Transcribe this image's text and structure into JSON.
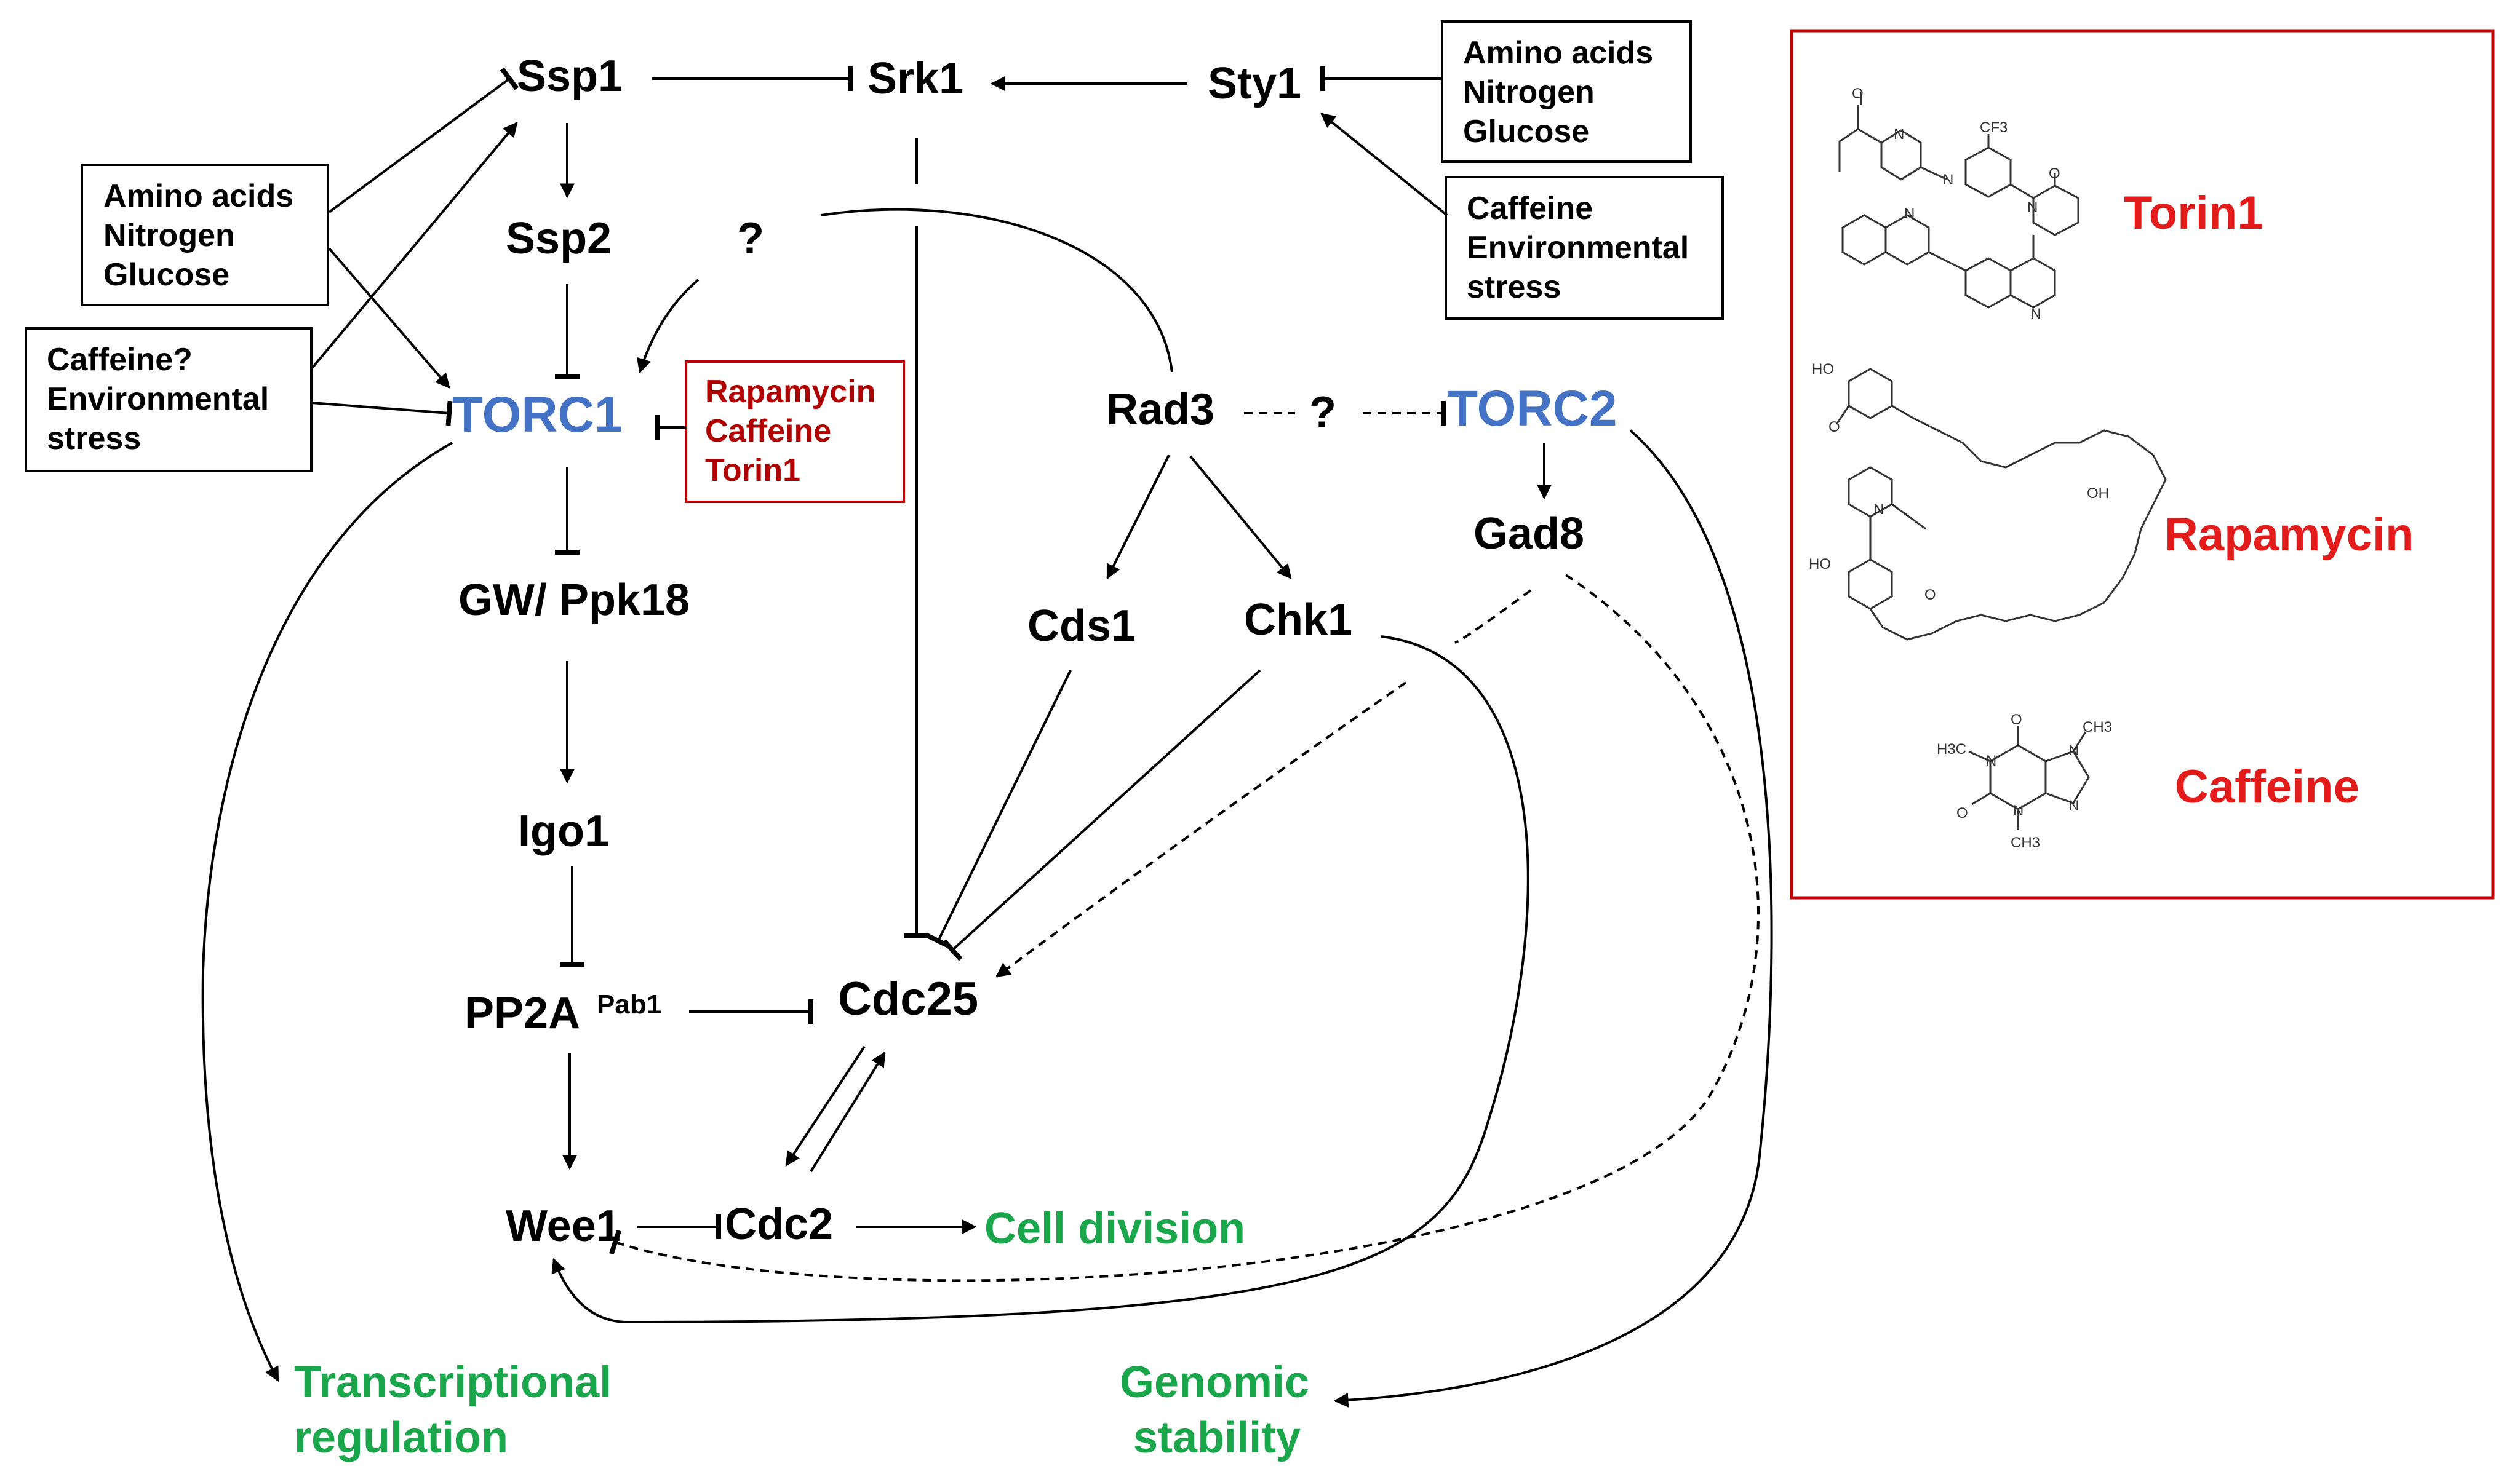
{
  "nodes": {
    "ssp1": "Ssp1",
    "srk1": "Srk1",
    "sty1": "Sty1",
    "ssp2": "Ssp2",
    "q1": "?",
    "torc1": "TORC1",
    "rad3": "Rad3",
    "q2": "?",
    "torc2": "TORC2",
    "gad8": "Gad8",
    "gw": "GW/ Ppk18",
    "cds1": "Cds1",
    "chk1": "Chk1",
    "igo1": "Igo1",
    "pp2a": "PP2A",
    "pp2a_sup": "Pab1",
    "cdc25": "Cdc25",
    "wee1": "Wee1",
    "cdc2": "Cdc2"
  },
  "boxes": {
    "nutrients_left": [
      "Amino acids",
      "Nitrogen",
      "Glucose"
    ],
    "stress_left": [
      "Caffeine?",
      "Environmental",
      "stress"
    ],
    "nutrients_right": [
      "Amino acids",
      "Nitrogen",
      "Glucose"
    ],
    "stress_right": [
      "Caffeine",
      "Environmental",
      "stress"
    ],
    "inhibitors": [
      "Rapamycin",
      "Caffeine",
      "Torin1"
    ]
  },
  "outcomes": {
    "cell_division": "Cell division",
    "transcription_1": "Transcriptional",
    "transcription_2": "regulation",
    "genomic_1": "Genomic",
    "genomic_2": "stability"
  },
  "compounds": {
    "torin1": "Torin1",
    "rapamycin": "Rapamycin",
    "caffeine": "Caffeine"
  },
  "atoms": {
    "torin_n1": "N",
    "torin_n2": "N",
    "torin_o1": "O",
    "torin_cf3": "CF3",
    "torin_n3": "N",
    "torin_o2": "O",
    "torin_n4": "N",
    "torin_n5": "N",
    "rapa_ho": "HO",
    "rapa_o1": "O",
    "rapa_oh": "OH",
    "rapa_n": "N",
    "rapa_ho2": "HO",
    "rapa_o2": "O",
    "caff_o1": "O",
    "caff_o2": "O",
    "caff_h3c": "H3C",
    "caff_ch3a": "CH3",
    "caff_ch3b": "CH3",
    "caff_n1": "N",
    "caff_n2": "N",
    "caff_n3": "N",
    "caff_n4": "N"
  },
  "colors": {
    "torc": "#4472c4",
    "outcome": "#1aa64b",
    "inhibitor_text": "#b00000",
    "compound_label": "#e31b1b",
    "frame": "#c00000"
  }
}
